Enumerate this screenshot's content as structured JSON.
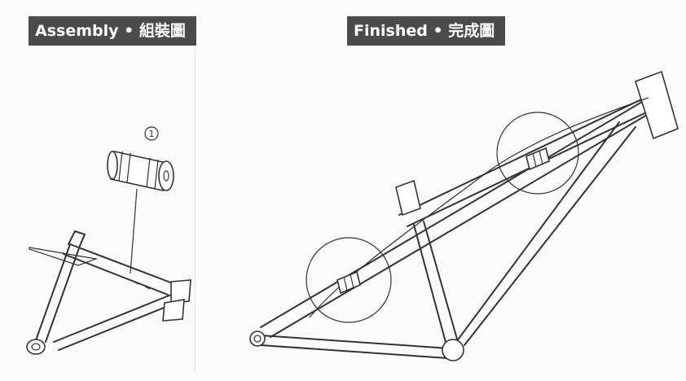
{
  "panels": {
    "assembly": {
      "label": "Assembly • 組裝圖"
    },
    "finished": {
      "label": "Finished • 完成圖"
    }
  },
  "callouts": {
    "part_number": "1"
  }
}
